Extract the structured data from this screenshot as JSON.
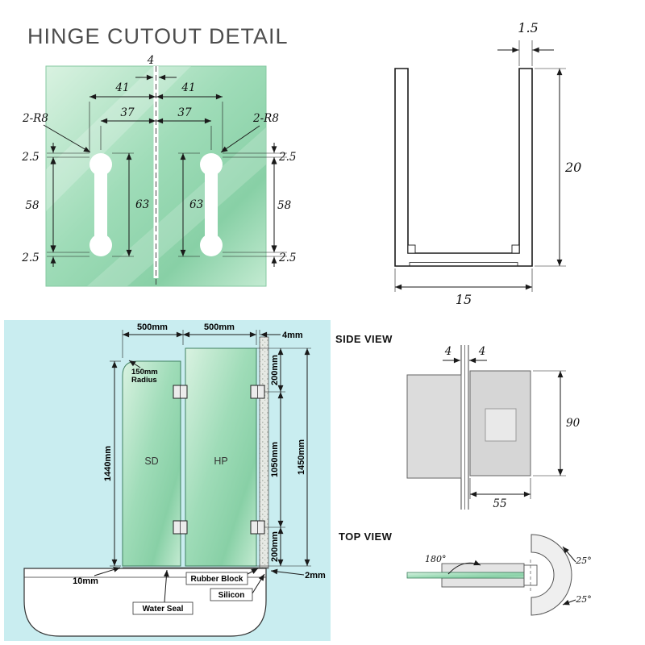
{
  "title": "HINGE CUTOUT DETAIL",
  "colors": {
    "glass_green": "#8ad1a8",
    "cyan_background": "#c9edf0",
    "line": "#1a1a1a"
  },
  "cutout": {
    "slot_width": "4",
    "dim41_left": "41",
    "dim41_right": "41",
    "dim37_left": "37",
    "dim37_right": "37",
    "radius_left": "2-R8",
    "radius_right": "2-R8",
    "dim25_top_left": "2.5",
    "dim25_top_right": "2.5",
    "dim25_bottom_left": "2.5",
    "dim25_bottom_right": "2.5",
    "dim58_left": "58",
    "dim58_right": "58",
    "dim63_left": "63",
    "dim63_right": "63"
  },
  "channel": {
    "wall_thickness": "1.5",
    "height": "20",
    "width": "15"
  },
  "install": {
    "width_sd": "500mm",
    "width_hp": "500mm",
    "wall_gap": "4mm",
    "radius_line1": "150mm",
    "radius_line2": "Radius",
    "height_sd": "1440mm",
    "hinge_top_offset": "200mm",
    "hinge_spacing": "1050mm",
    "hinge_bottom_offset": "200mm",
    "height_hp": "1450mm",
    "bottom_gap": "10mm",
    "wall_bottom_gap": "2mm",
    "panel_sd": "SD",
    "panel_hp": "HP",
    "rubber_block": "Rubber Block",
    "silicon": "Silicon",
    "water_seal": "Water Seal"
  },
  "side_view": {
    "title": "SIDE VIEW",
    "glass_left": "4",
    "glass_right": "4",
    "height": "90",
    "width": "55"
  },
  "top_view": {
    "title": "TOP VIEW",
    "swing_angle": "180°",
    "over_swing_top": "25°",
    "over_swing_bottom": "25°"
  }
}
